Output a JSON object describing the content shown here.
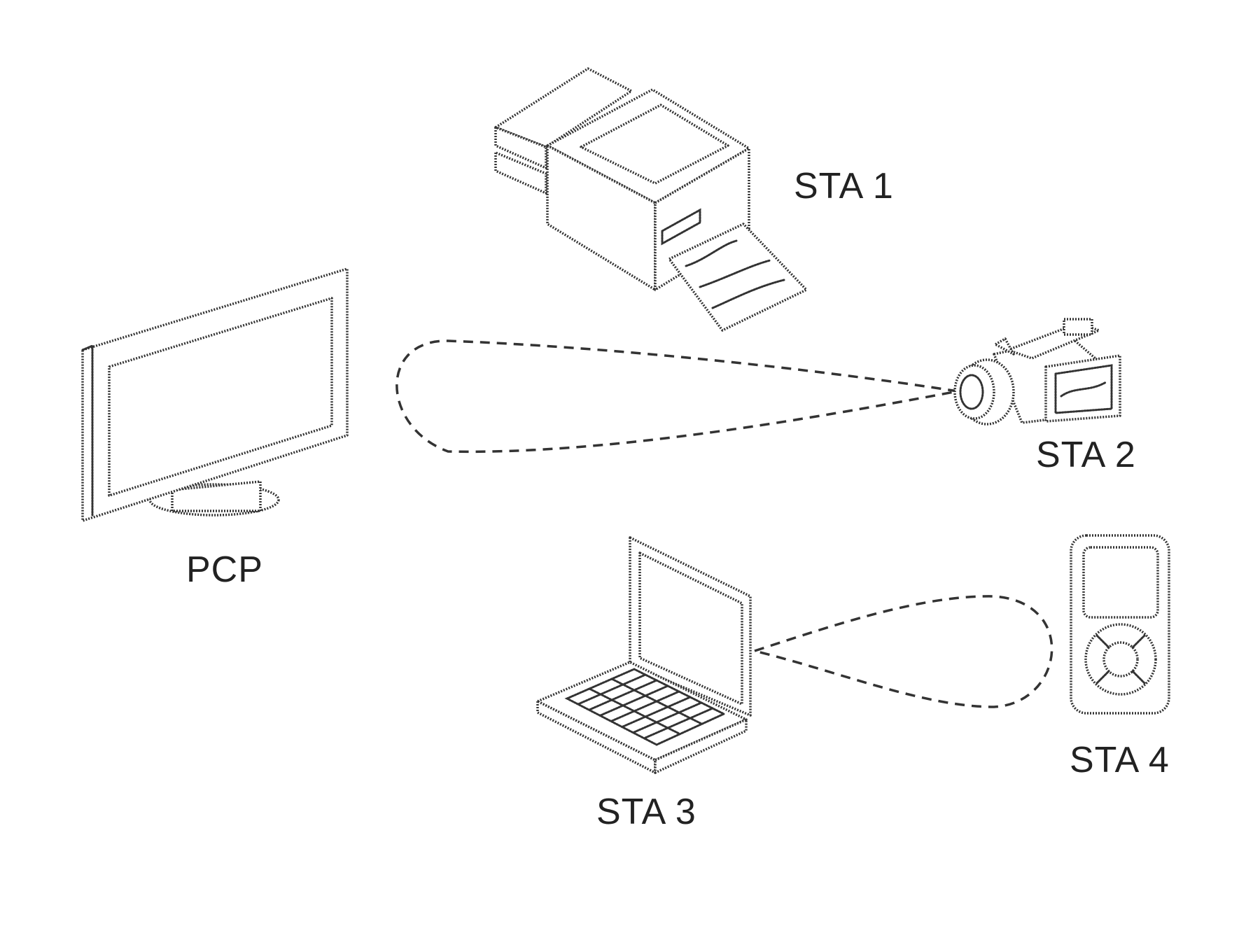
{
  "labels": {
    "pcp": "PCP",
    "sta1": "STA 1",
    "sta2": "STA 2",
    "sta3": "STA 3",
    "sta4": "STA 4"
  },
  "devices": [
    {
      "id": "pcp",
      "depicts": "tv-monitor-icon"
    },
    {
      "id": "sta1",
      "depicts": "printer-icon"
    },
    {
      "id": "sta2",
      "depicts": "camcorder-icon"
    },
    {
      "id": "sta3",
      "depicts": "laptop-icon"
    },
    {
      "id": "sta4",
      "depicts": "media-player-icon"
    }
  ],
  "links": [
    {
      "from": "PCP",
      "to": "STA 2",
      "style": "dashed"
    },
    {
      "from": "STA 3",
      "to": "STA 4",
      "style": "dashed"
    }
  ],
  "colors": {
    "line": "#333333",
    "background": "#ffffff"
  }
}
